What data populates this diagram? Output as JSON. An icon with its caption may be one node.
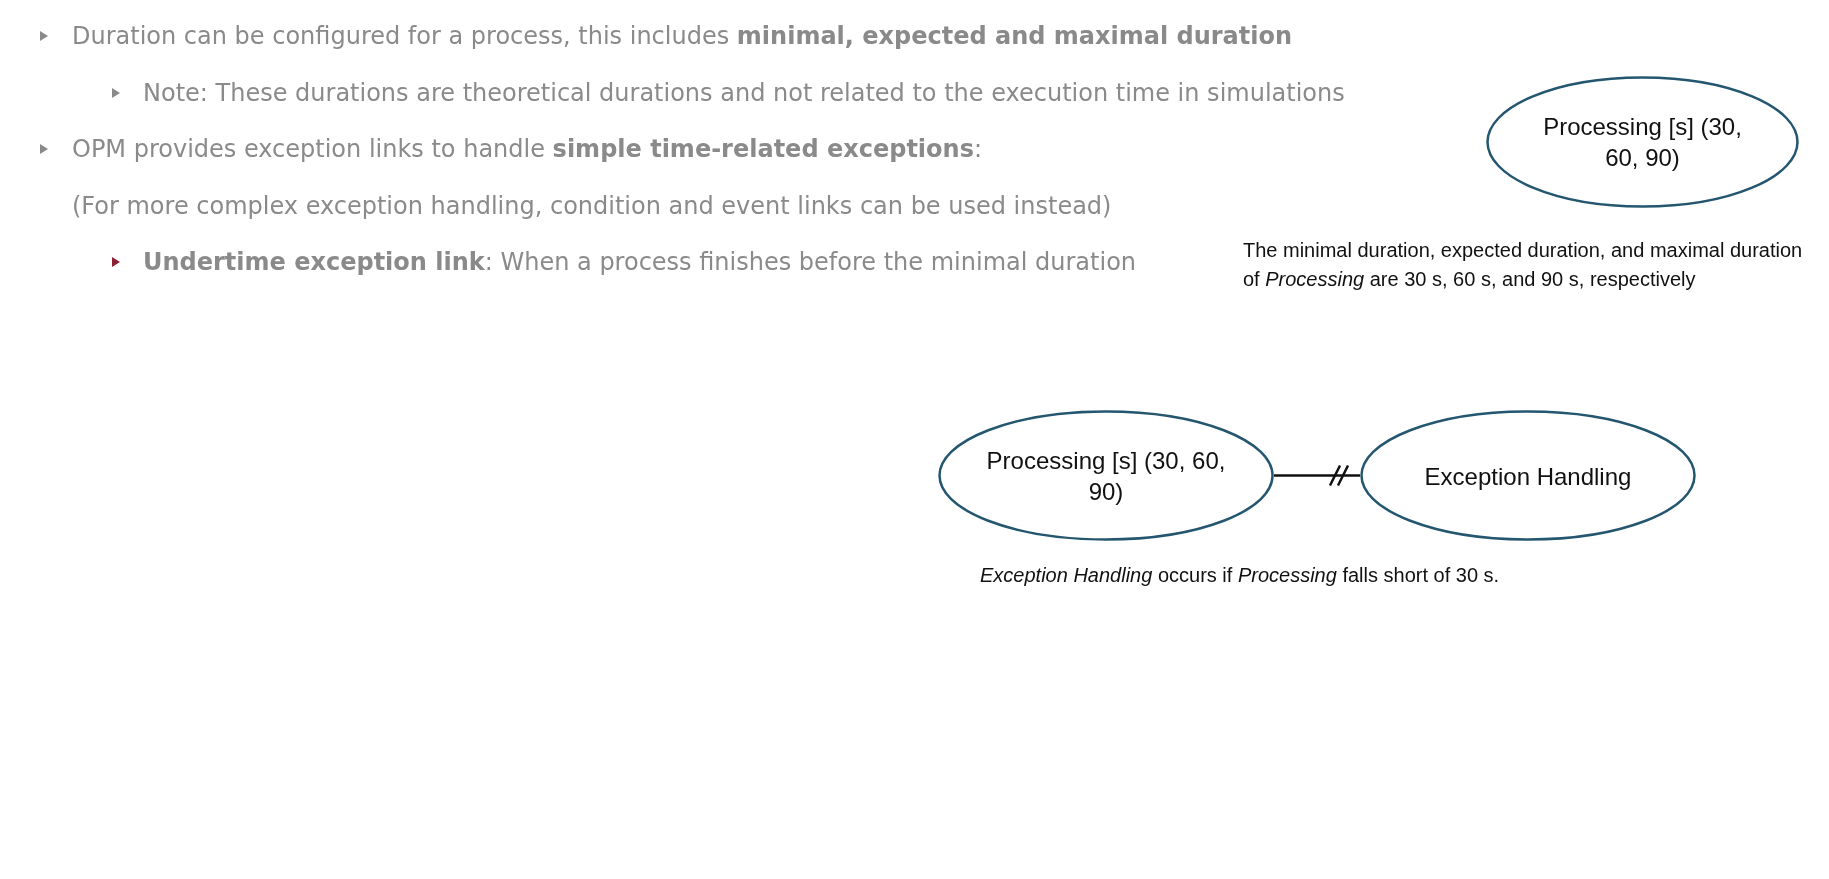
{
  "diagram": {
    "nodes": [
      {
        "text": [
          "Processing [s] (30, 60, 90)"
        ],
        "beside": [
          "The minimal duration, expected duration, and maximal duration of *Processing* are 30 s, 60 s, and 90 s, respectively"
        ]
      },
      {
        "text": [
          "Processing [s] (30, 60, 90)"
        ]
      },
      {
        "text": [
          "Exception Handling"
        ]
      }
    ],
    "edges": [
      {
        "from": 1,
        "to": 2,
        "arrow": "other"
      }
    ],
    "labels": [
      "Duration can be configured for a process, this includes **minimal, expected and maximal duration**",
      "Note: These durations are theoretical durations and not related to the execution time in simulations",
      "OPM provides exception links to handle **simple time-related exceptions**:",
      "(For more complex exception handling, condition and event links can be used instead)",
      "**Undertime exception link**: When a process finishes before the minimal duration",
      "*Exception Handling* occurs if *Processing* falls short of 30 s."
    ]
  }
}
